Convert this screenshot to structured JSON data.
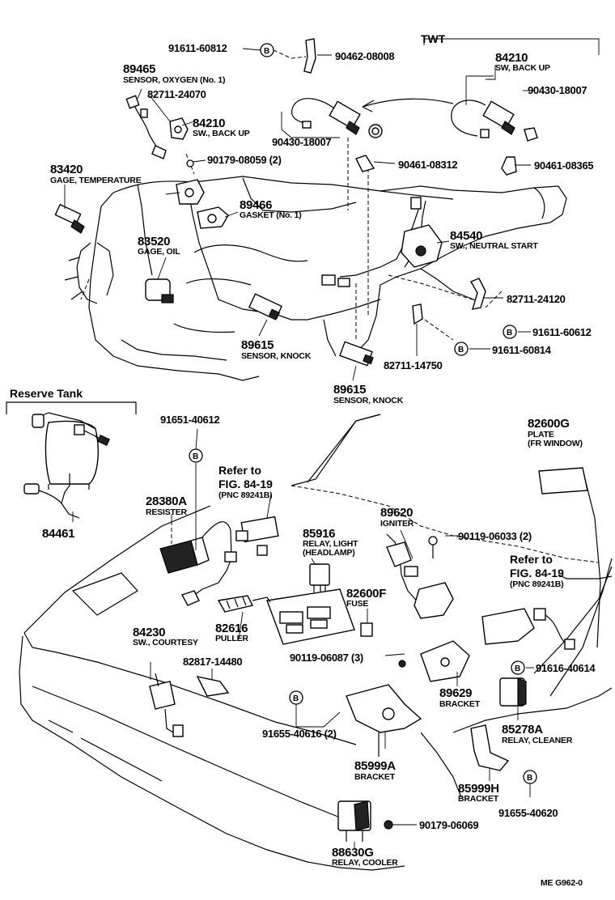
{
  "labels": {
    "twt": "TWT",
    "reserve_tank": "Reserve Tank",
    "refer_to": "Refer to",
    "fig_ref": "FIG. 84-19",
    "pnc_ref": "(PNC 89241B)",
    "code": "ME  G962-0",
    "bolt_mark": "B"
  },
  "parts": {
    "p91611_60812": "91611-60812",
    "p90462_08008": "90462-08008",
    "p89465": "89465",
    "p89465_desc": "SENSOR, OXYGEN (No. 1)",
    "p82711_24070": "82711-24070",
    "p84210_a": "84210",
    "p84210_a_desc": "SW., BACK UP",
    "p84210_b": "84210",
    "p84210_b_desc": "SW, BACK UP",
    "p90430_18007_a": "90430-18007",
    "p90430_18007_b": "90430-18007",
    "p90179_08059": "90179-08059 (2)",
    "p90461_08312": "90461-08312",
    "p90461_08365": "90461-08365",
    "p83420": "83420",
    "p83420_desc": "GAGE, TEMPERATURE",
    "p89466": "89466",
    "p89466_desc": "GASKET (No. 1)",
    "p84540": "84540",
    "p84540_desc": "SW., NEUTRAL START",
    "p83520": "83520",
    "p83520_desc": "GAGE, OIL",
    "p82711_24120": "82711-24120",
    "p91611_60612": "91611-60612",
    "p89615_a": "89615",
    "p89615_a_desc": "SENSOR, KNOCK",
    "p82711_14750": "82711-14750",
    "p91611_60814": "91611-60814",
    "p89615_b": "89615",
    "p89615_b_desc": "SENSOR, KNOCK",
    "p91651_40612": "91651-40612",
    "p82600g": "82600G",
    "p82600g_desc1": "PLATE",
    "p82600g_desc2": "(FR WINDOW)",
    "p84461": "84461",
    "p28380a": "28380A",
    "p28380a_desc": "RESISTER",
    "p89620": "89620",
    "p89620_desc": "IGNITER",
    "p85916": "85916",
    "p85916_desc1": "RELAY, LIGHT",
    "p85916_desc2": "(HEADLAMP)",
    "p90119_06033": "90119-06033 (2)",
    "p82600f": "82600F",
    "p82600f_desc": "FUSE",
    "p84230": "84230",
    "p84230_desc": "SW., COURTESY",
    "p82616": "82616",
    "p82616_desc": "PULLER",
    "p82817_14480": "82817-14480",
    "p90119_06087": "90119-06087 (3)",
    "p91616_40614": "91616-40614",
    "p89629": "89629",
    "p89629_desc": "BRACKET",
    "p85278a": "85278A",
    "p85278a_desc": "RELAY, CLEANER",
    "p91655_40616": "91655-40616 (2)",
    "p85999a": "85999A",
    "p85999a_desc": "BRACKET",
    "p85999h": "85999H",
    "p85999h_desc": "BRACKET",
    "p91655_40620": "91655-40620",
    "p90179_06069": "90179-06069",
    "p88630g": "88630G",
    "p88630g_desc": "RELAY, COOLER"
  }
}
